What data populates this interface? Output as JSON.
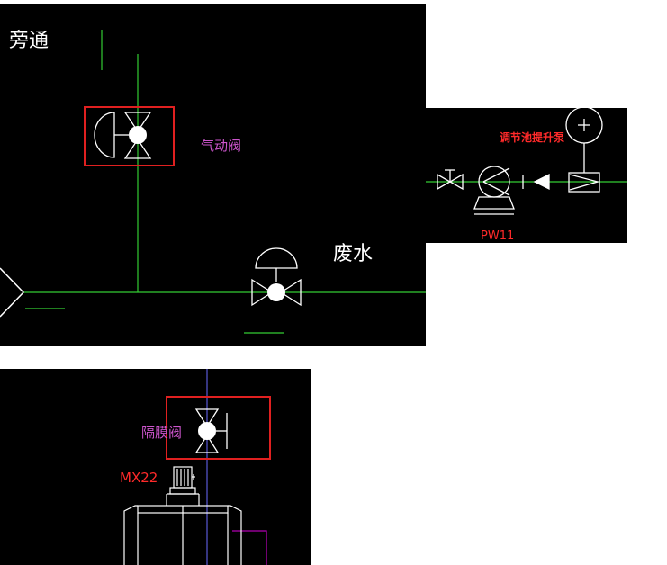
{
  "labels": {
    "bypass": "旁通",
    "pneumatic_valve": "气动阀",
    "wastewater": "废水",
    "lift_pump": "调节池提升泵",
    "pump_id": "PW11",
    "diaphragm_valve": "隔膜阀",
    "mixer_id": "MX22"
  },
  "colors": {
    "background": "#000000",
    "pipe": "#33cc33",
    "symbol": "#ffffff",
    "highlight": "#e02020",
    "label_magenta": "#cc55cc",
    "label_red": "#ff2a2a",
    "vertical_line": "#6a6aff",
    "purple_pipe": "#b000b0"
  }
}
